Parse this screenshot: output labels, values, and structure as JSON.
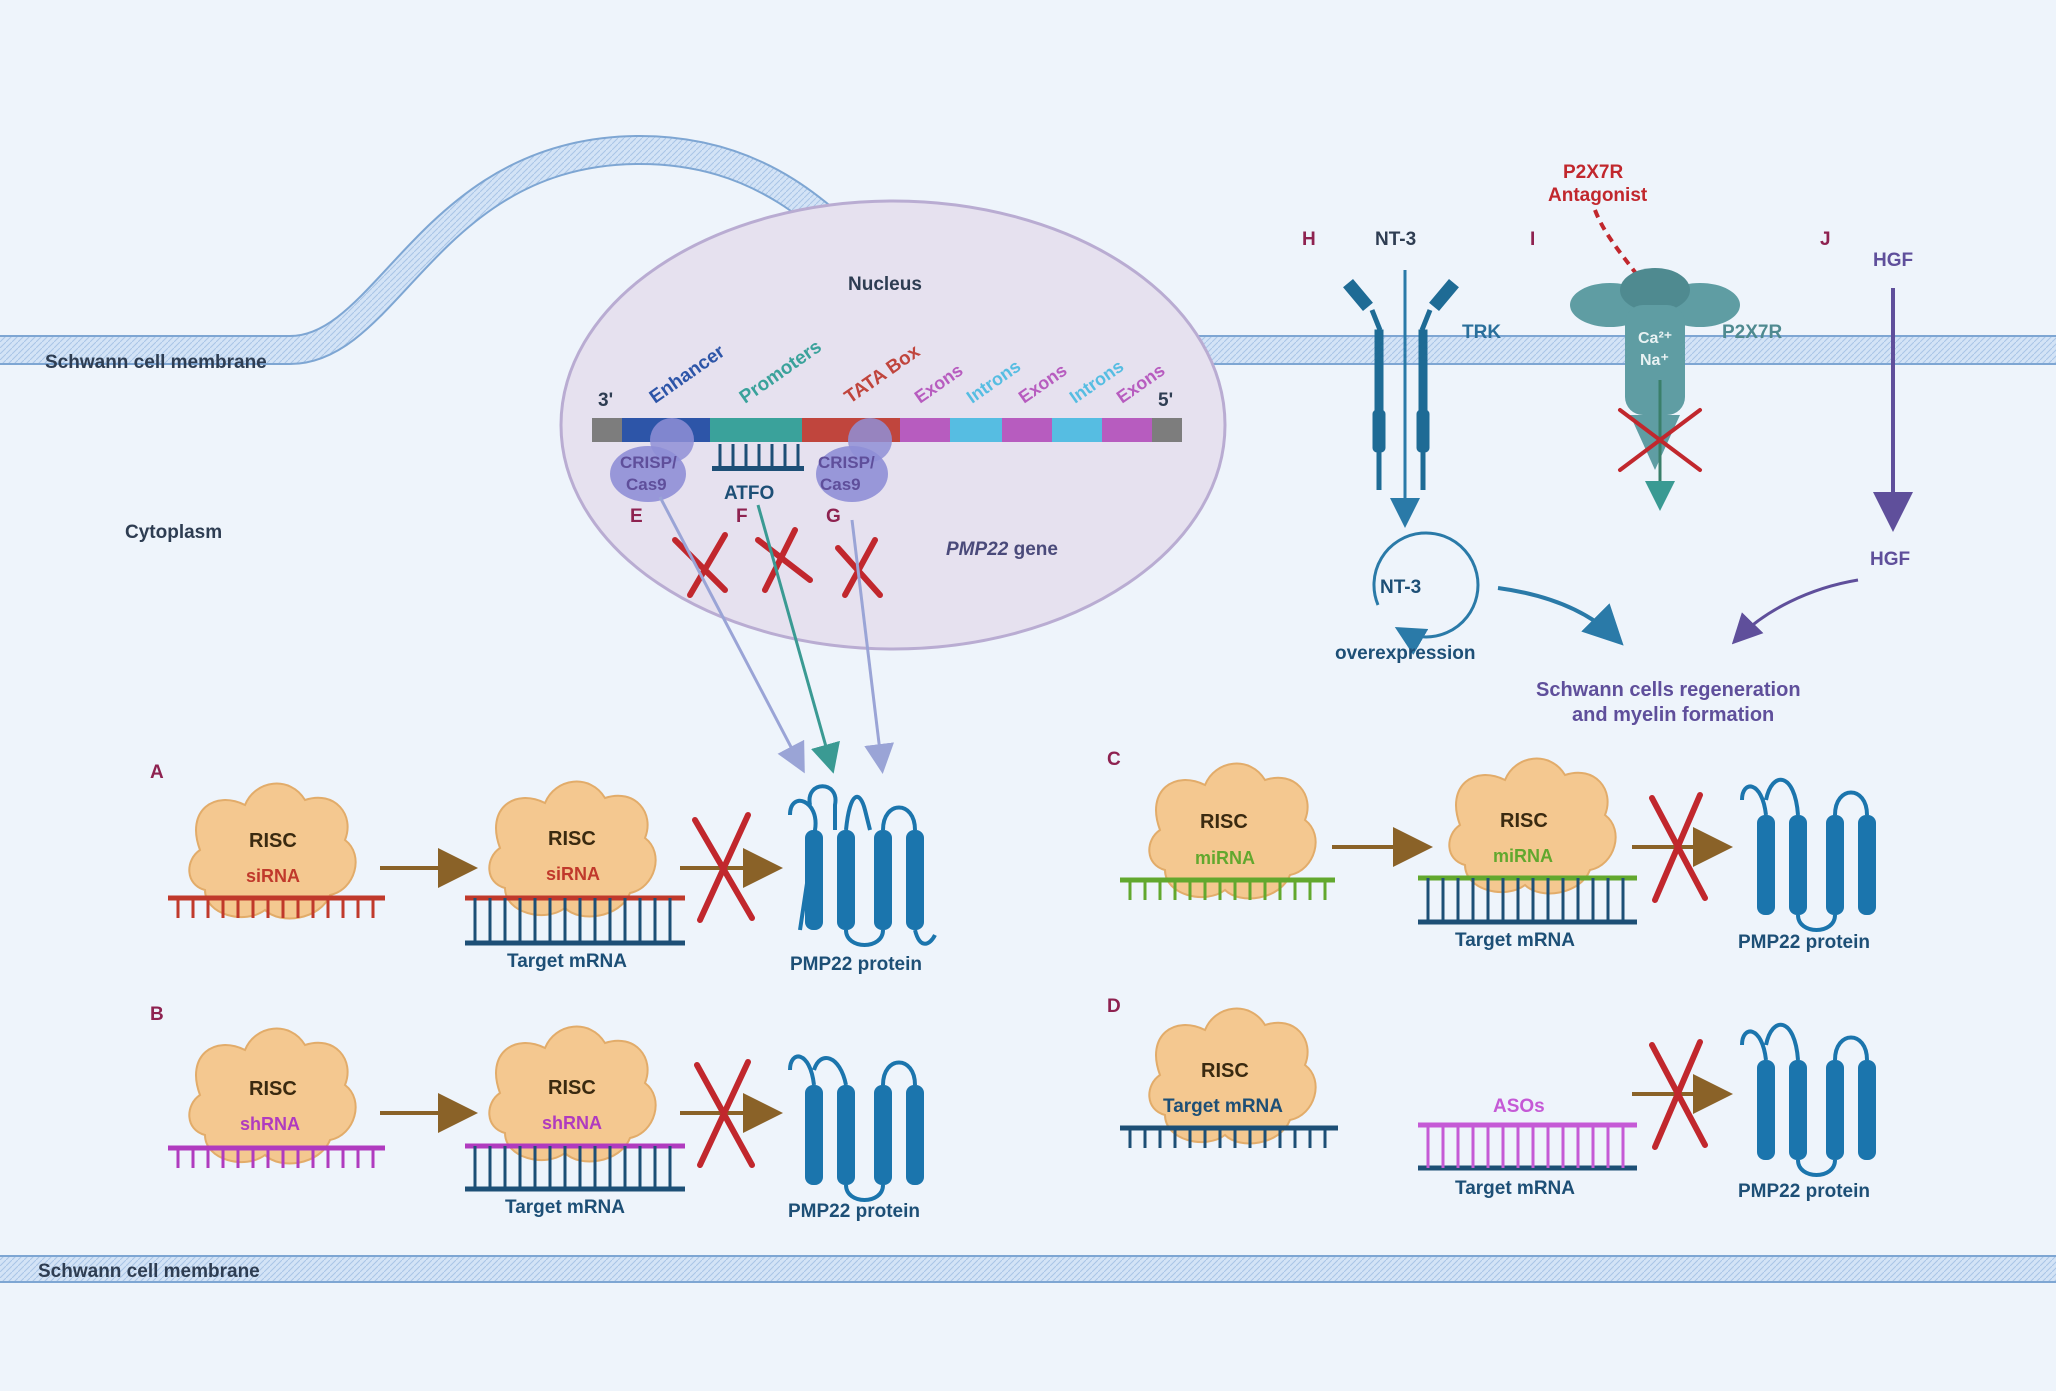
{
  "colors": {
    "background": "#eef4fb",
    "membrane": "#c8dcf3",
    "nucleus": "#e6e1ef",
    "risc": "#f4c890",
    "protein": "#1b75ad",
    "cross": "#c1272d",
    "arrow_brown": "#8a6228",
    "sirna": "#c0392b",
    "shrna": "#b03bbf",
    "mirna": "#62a82e",
    "asos": "#c55ad6",
    "target": "#1d4f76",
    "p2x7r": "#5f9da3",
    "antagonist": "#c1272d"
  },
  "labels": {
    "membrane_top": "Schwann cell membrane",
    "membrane_bottom": "Schwann cell membrane",
    "cytoplasm": "Cytoplasm",
    "nucleus": "Nucleus",
    "gene_italic": "PMP22",
    "gene_suffix": " gene",
    "prime3": "3'",
    "prime5": "5'",
    "enhancer": "Enhancer",
    "promoters": "Promoters",
    "tata": "TATA Box",
    "exons": "Exons",
    "introns": "Introns",
    "crisp": "CRISP/",
    "cas9": "Cas9",
    "atfo": "ATFO",
    "risc": "RISC",
    "sirna": "siRNA",
    "shrna": "shRNA",
    "mirna": "miRNA",
    "target_mrna": "Target mRNA",
    "pmp22_protein": "PMP22 protein",
    "asos": "ASOs",
    "nt3": "NT-3",
    "overexpression": "overexpression",
    "trk": "TRK",
    "p2x7r": "P2X7R",
    "antagonist_1": "P2X7R",
    "antagonist_2": "Antagonist",
    "ca": "Ca²⁺",
    "na": "Na⁺",
    "hgf": "HGF",
    "regen_1": "Schwann cells regeneration",
    "regen_2": "and myelin formation"
  },
  "panels": {
    "a": "A",
    "b": "B",
    "c": "C",
    "d": "D",
    "e": "E",
    "f": "F",
    "g": "G",
    "h": "H",
    "i": "I",
    "j": "J"
  }
}
